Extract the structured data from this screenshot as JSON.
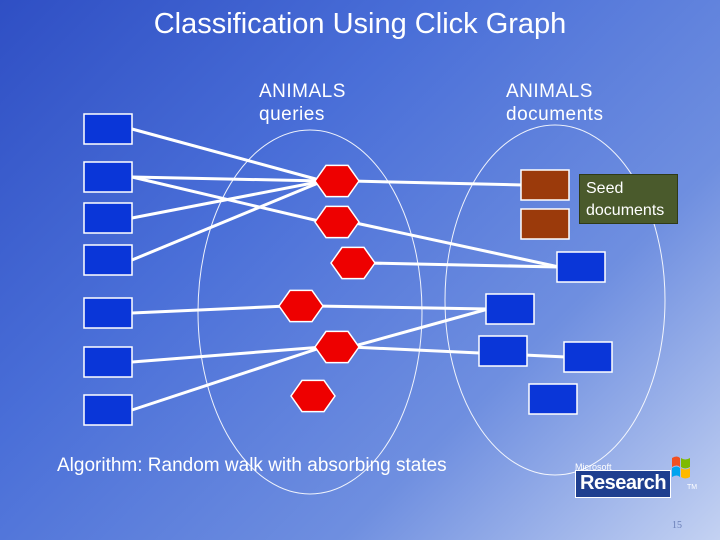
{
  "slide": {
    "title": "Classification Using Click Graph",
    "queries_label": [
      "ANIMALS",
      "queries"
    ],
    "documents_label": [
      "ANIMALS",
      "documents"
    ],
    "seed_label": [
      "Seed",
      "documents"
    ],
    "algorithm": "Algorithm: Random walk with absorbing states",
    "page_number": "15"
  },
  "logo": {
    "brand_small": "Microsoft",
    "brand_main": "Research",
    "trademark": "TM"
  },
  "colors": {
    "user_node": "#0a36d8",
    "query_node": "#ee0000",
    "seed_doc_node": "#9b3a0b",
    "doc_node": "#0a36d8",
    "edge": "#ffffff",
    "seed_box": "#4a5a2c"
  },
  "graph": {
    "left_nodes": [
      "u1",
      "u2",
      "u3",
      "u4",
      "u5",
      "u6",
      "u7"
    ],
    "query_nodes": [
      "q1",
      "q2",
      "q3",
      "q4",
      "q5",
      "q6"
    ],
    "document_nodes": [
      {
        "id": "d1",
        "seed": true
      },
      {
        "id": "d2",
        "seed": true
      },
      {
        "id": "d3",
        "seed": false
      },
      {
        "id": "d4",
        "seed": false
      },
      {
        "id": "d5",
        "seed": false
      },
      {
        "id": "d6",
        "seed": false
      },
      {
        "id": "d7",
        "seed": false
      }
    ],
    "edges": [
      [
        "u1",
        "q1"
      ],
      [
        "u2",
        "q1"
      ],
      [
        "u3",
        "q1"
      ],
      [
        "u4",
        "q1"
      ],
      [
        "u2",
        "q2"
      ],
      [
        "u5",
        "q4"
      ],
      [
        "u6",
        "q5"
      ],
      [
        "u7",
        "q5"
      ],
      [
        "q1",
        "d1"
      ],
      [
        "q2",
        "d3"
      ],
      [
        "q3",
        "d3"
      ],
      [
        "q4",
        "d4"
      ],
      [
        "q5",
        "d4"
      ],
      [
        "q5",
        "d6"
      ]
    ]
  }
}
